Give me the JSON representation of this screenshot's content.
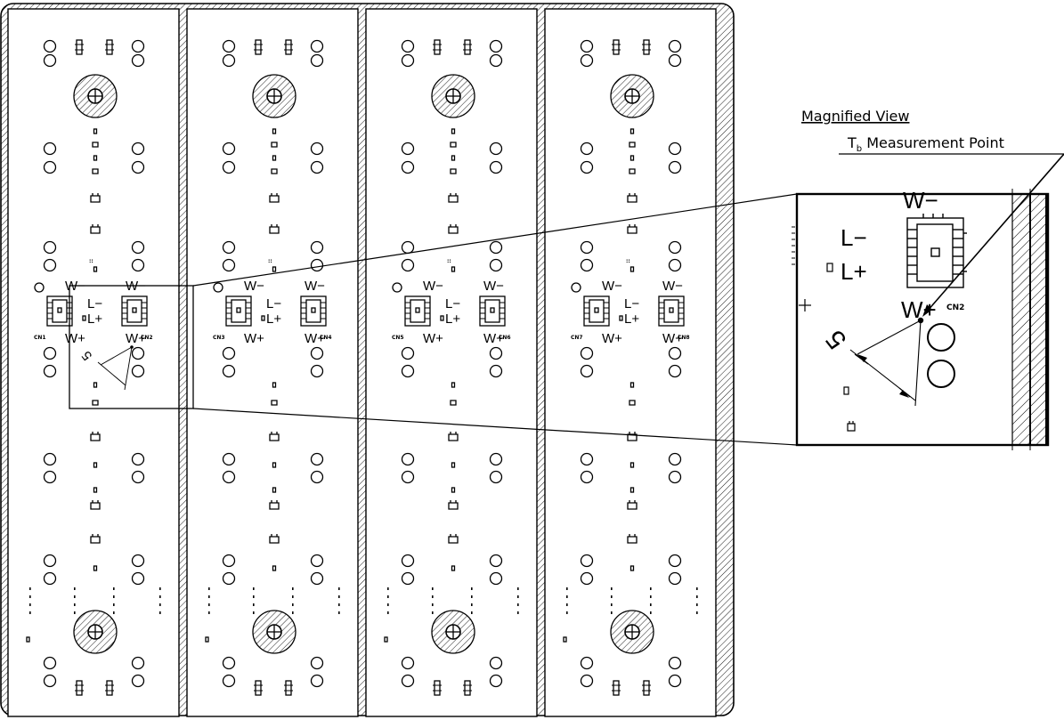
{
  "magnified": {
    "title": "Magnified View",
    "measurement_symbol": "T",
    "measurement_subscript": "b",
    "measurement_text": " Measurement Point"
  },
  "pins": {
    "w_minus": "W−",
    "w_plus": "W+",
    "l_minus": "L−",
    "l_plus": "L+"
  },
  "dimension": "5",
  "modules": [
    {
      "left_connector": "CN1",
      "right_connector": "CN2"
    },
    {
      "left_connector": "CN3",
      "right_connector": "CN4"
    },
    {
      "left_connector": "CN5",
      "right_connector": "CN6"
    },
    {
      "left_connector": "CN7",
      "right_connector": "CN8"
    }
  ],
  "magnified_connector": "CN2"
}
